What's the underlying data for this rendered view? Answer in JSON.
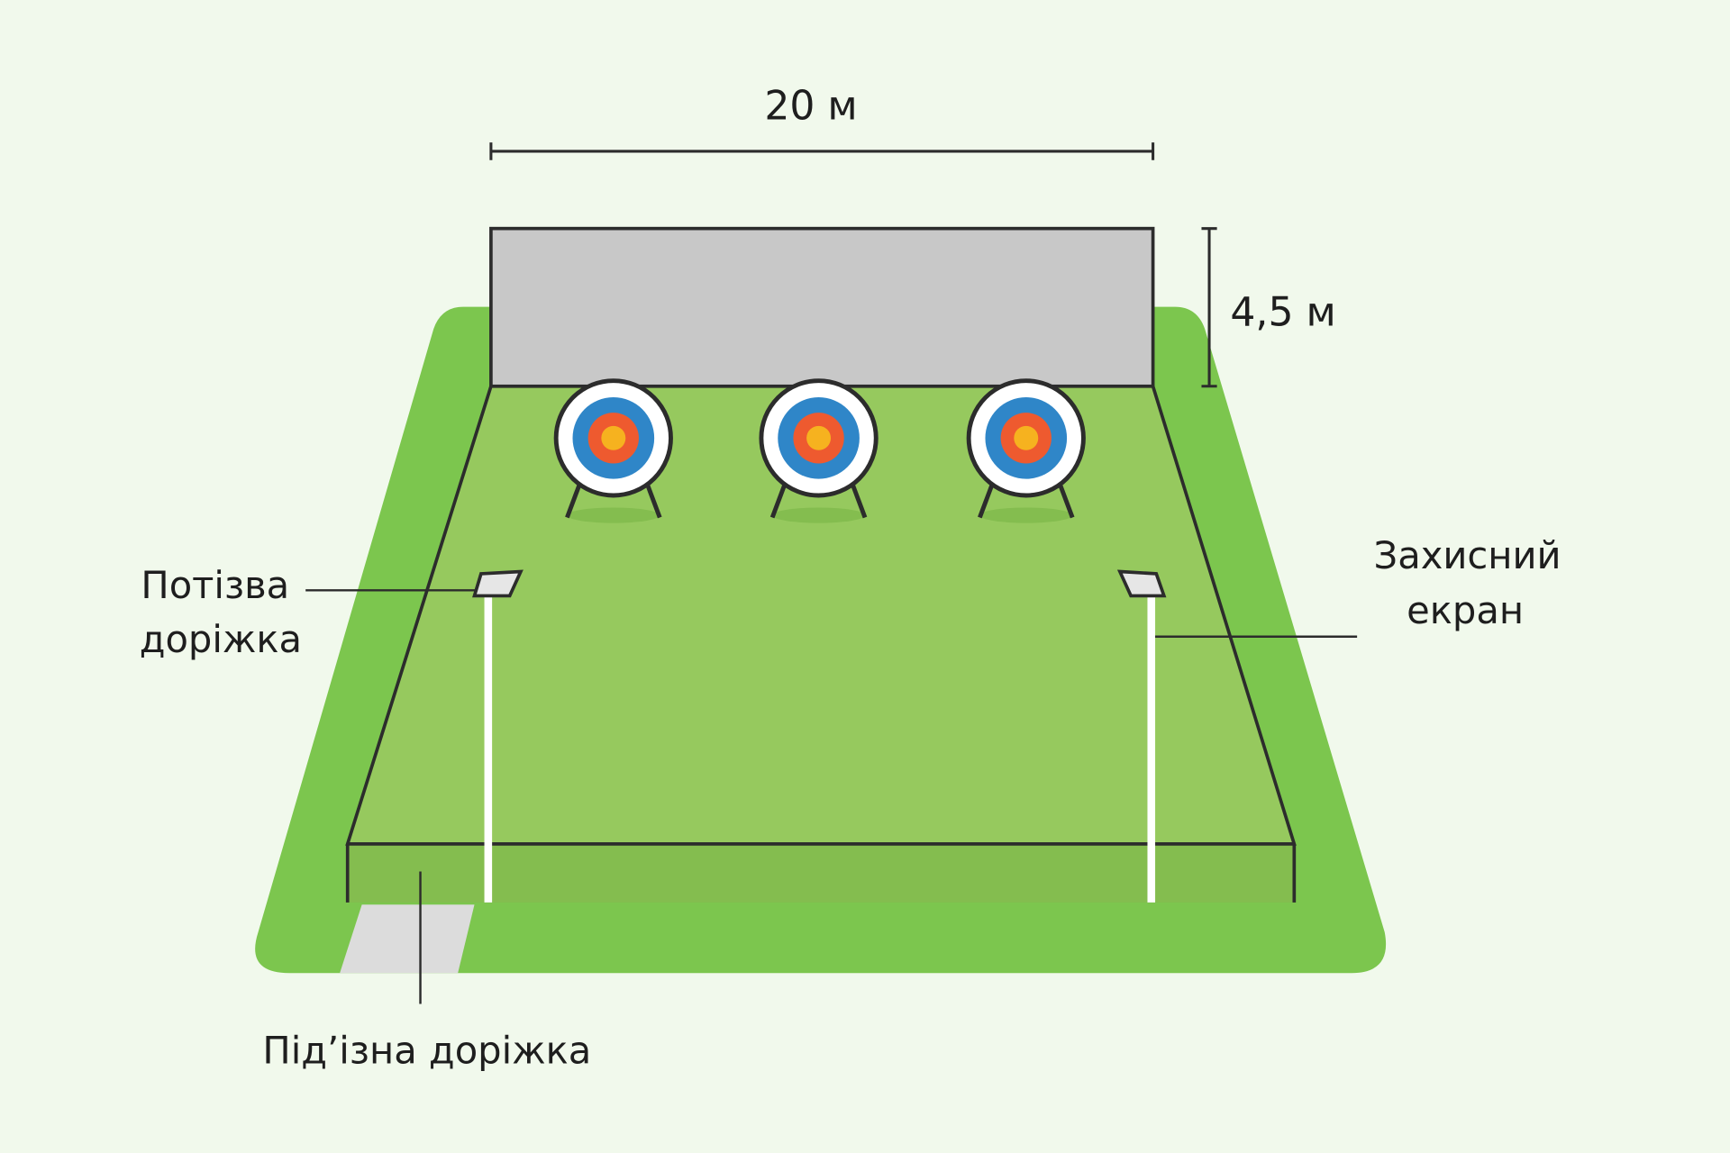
{
  "width_label": "20 м",
  "height_label": "4,5 м",
  "labels": {
    "left_line1": "Потізва",
    "left_line2": "доріжка",
    "right_line1": "Захисний",
    "right_line2": "екран",
    "bottom": "Під’ізна доріжка"
  },
  "targets_count": 3,
  "colors": {
    "background": "#f1f9ec",
    "grass_outer": "#7cc64e",
    "field": "#96c95e",
    "wall": "#c8c8c8",
    "target_blue": "#2f86c8",
    "target_red": "#ee5a2f",
    "target_yellow": "#f6b21f"
  }
}
